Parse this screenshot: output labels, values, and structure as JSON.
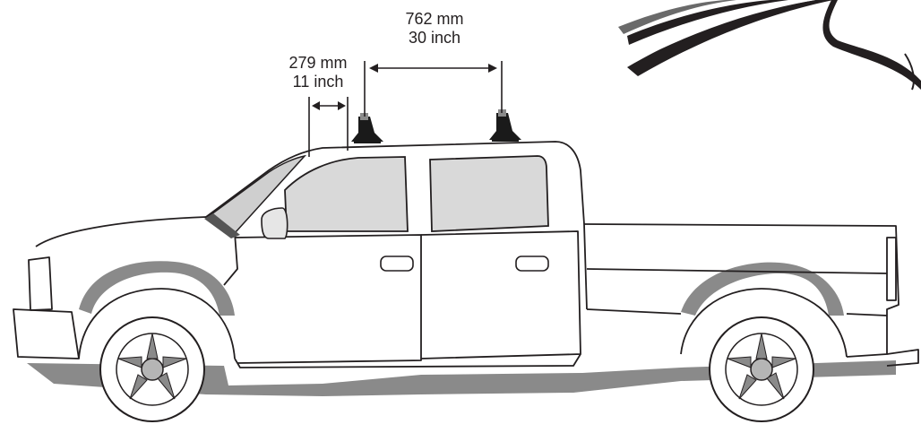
{
  "diagram": {
    "dimensions": [
      {
        "metric": "762 mm",
        "imperial": "30 inch"
      },
      {
        "metric": "279 mm",
        "imperial": "11 inch"
      }
    ],
    "colors": {
      "outline": "#231f20",
      "shadow": "#8a8a8a",
      "glass": "#cfcfcf",
      "mount": "#1a1a1a",
      "background": "#ffffff"
    },
    "icons": [
      "pickup-truck-icon",
      "roof-rack-mount-icon",
      "drip-rail-detail-icon",
      "dimension-arrow-icon"
    ]
  }
}
